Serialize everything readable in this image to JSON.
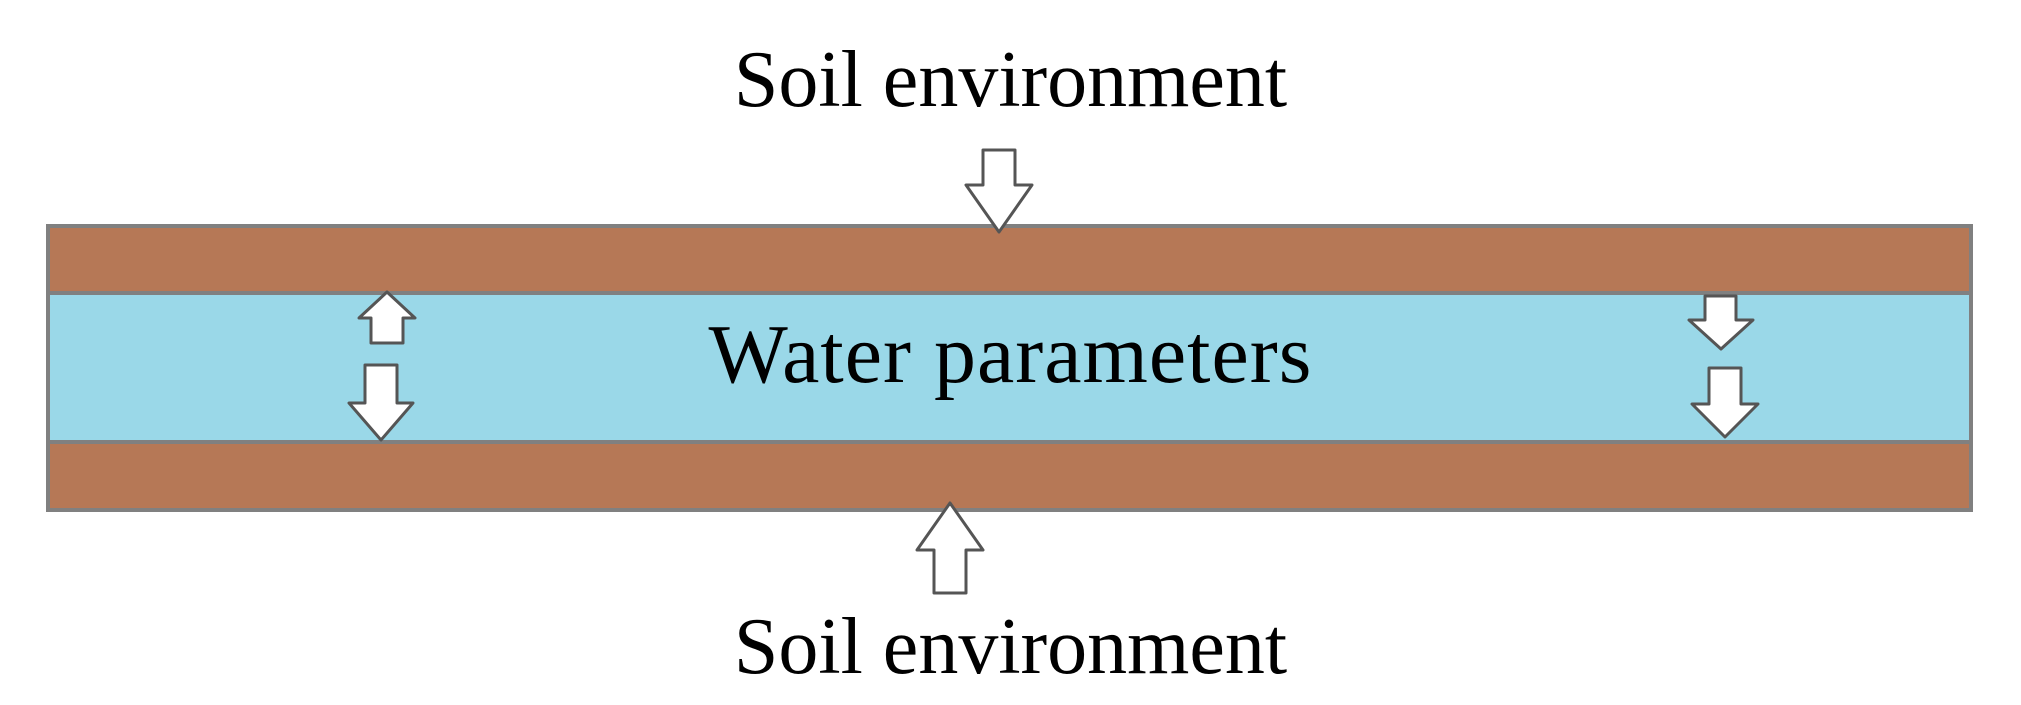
{
  "diagram": {
    "top_label": "Soil environment",
    "center_label": "Water parameters",
    "bottom_label": "Soil environment"
  },
  "colors": {
    "soil": "#b67856",
    "water": "#9ad8e8",
    "outline": "#808080",
    "arrow_fill": "#ffffff",
    "arrow_stroke": "#555555",
    "text": "#000000"
  },
  "icons": {
    "top_arrow": "arrow-down-icon",
    "bottom_arrow": "arrow-up-icon",
    "left_upper_arrow": "arrow-up-icon",
    "left_lower_arrow": "arrow-down-icon",
    "right_upper_arrow": "arrow-down-icon",
    "right_lower_arrow": "arrow-down-icon"
  }
}
